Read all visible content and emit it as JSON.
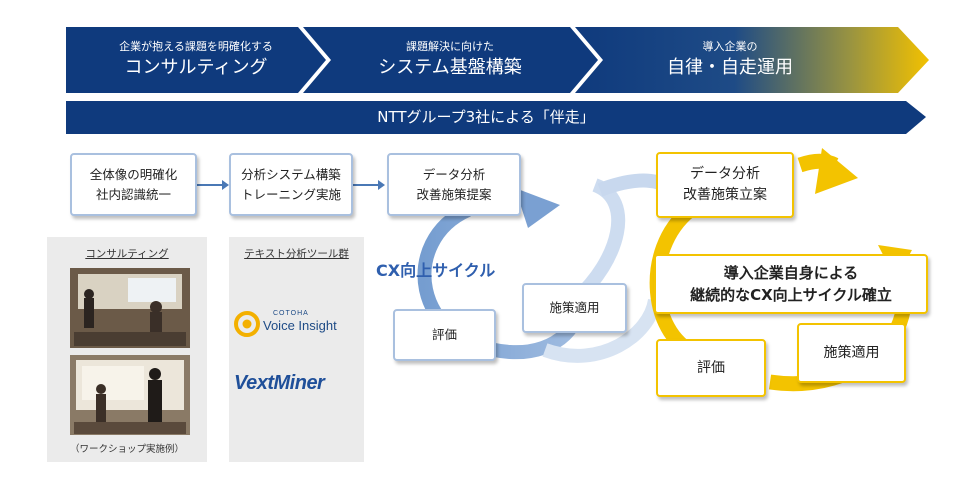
{
  "phases": [
    {
      "sub": "企業が抱える課題を明確化する",
      "main": "コンサルティング"
    },
    {
      "sub": "課題解決に向けた",
      "main": "システム基盤構築"
    },
    {
      "sub": "導入企業の",
      "main": "自律・自走運用"
    }
  ],
  "banner": "NTTグループ3社による「伴走」",
  "steps": [
    {
      "line1": "全体像の明確化",
      "line2": "社内認識統一"
    },
    {
      "line1": "分析システム構築",
      "line2": "トレーニング実施"
    },
    {
      "line1": "データ分析",
      "line2": "改善施策提案"
    }
  ],
  "consulting_panel": {
    "title": "コンサルティング",
    "caption": "（ワークショップ実施例）"
  },
  "tools_panel": {
    "title": "テキスト分析ツール群",
    "cotoha_top": "COTOHA",
    "cotoha_bottom": "Voice Insight",
    "vextminer": "VextMiner"
  },
  "cycle_left": {
    "label": "CX向上サイクル",
    "apply": "施策適用",
    "evaluate": "評価"
  },
  "cycle_right": {
    "top_line1": "データ分析",
    "top_line2": "改善施策立案",
    "center_line1": "導入企業自身による",
    "center_line2": "継続的なCX向上サイクル確立",
    "evaluate": "評価",
    "apply": "施策適用"
  },
  "colors": {
    "navy": "#0f3a7d",
    "gold": "#f0c000",
    "light_blue": "#a9c0df"
  }
}
